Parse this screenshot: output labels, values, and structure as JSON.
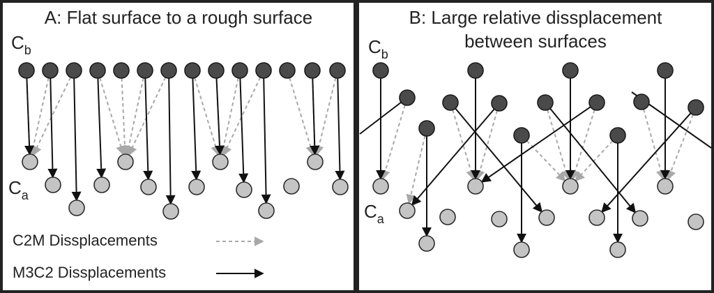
{
  "panels": [
    {
      "id": "A",
      "title": "A: Flat surface to a rough surface",
      "title_lines": [
        "A: Flat surface to a rough surface"
      ]
    },
    {
      "id": "B",
      "title": "B: Large relative dissplacement between surfaces",
      "title_lines": [
        "B: Large relative dissplacement",
        "between surfaces"
      ]
    }
  ],
  "cloud_labels": {
    "cb": {
      "base": "C",
      "sub": "b"
    },
    "ca": {
      "base": "C",
      "sub": "a"
    }
  },
  "legend": {
    "c2m": {
      "label": "C2M Dissplacements",
      "color": "#a8a8a8",
      "style": "dashed-arrow"
    },
    "m3c2": {
      "label": "M3C2 Dissplacements",
      "color": "#111111",
      "style": "solid-arrow"
    }
  },
  "colors": {
    "cloud_b": "#4a4a4a",
    "cloud_a": "#c4c4c4",
    "frame": "#222222"
  }
}
